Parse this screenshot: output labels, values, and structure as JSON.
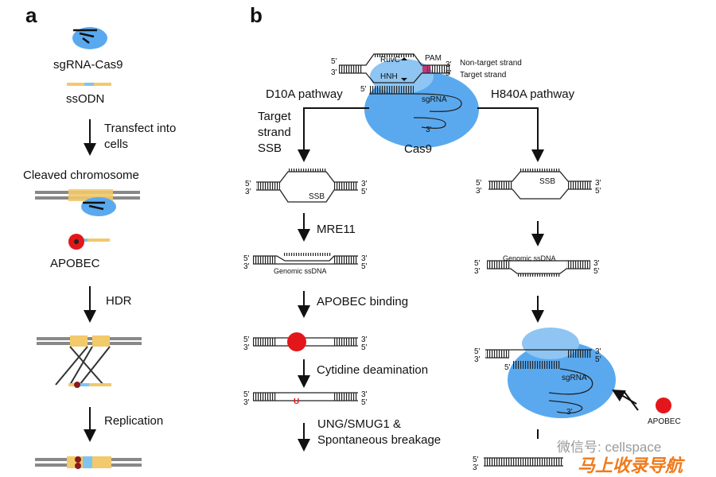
{
  "panel_a": {
    "label": "a",
    "sgrna_cas9": "sgRNA-Cas9",
    "ssodn": "ssODN",
    "transfect": "Transfect into cells",
    "cleaved": "Cleaved chromosome",
    "apobec": "APOBEC",
    "hdr": "HDR",
    "replication": "Replication"
  },
  "panel_b": {
    "label": "b",
    "top": {
      "ruvc": "RuvC",
      "hnh": "HNH",
      "pam": "PAM",
      "non_target": "Non-target strand",
      "target": "Target strand",
      "sgrna": "sgRNA",
      "cas9": "Cas9",
      "five": "5'",
      "three": "3'"
    },
    "left": {
      "pathway": "D10A pathway",
      "ssb_note": "Target strand SSB",
      "ssb": "SSB",
      "mre11": "MRE11",
      "genomic": "Genomic ssDNA",
      "apobec_binding": "APOBEC binding",
      "deamination": "Cytidine deamination",
      "u": "U",
      "ung": "UNG/SMUG1 & Spontaneous breakage"
    },
    "right": {
      "pathway": "H840A pathway",
      "ssb": "SSB",
      "genomic": "Genomic ssDNA",
      "sgrna": "sgRNA",
      "apobec": "APOBEC"
    }
  },
  "watermark": {
    "text": "微信号: cellspace",
    "logo": "马上收录导航"
  },
  "colors": {
    "cas9": "#5aa9ef",
    "cas9_dark": "#2f7fd0",
    "apobec": "#e3171b",
    "ssodn_yellow": "#f2c96b",
    "ssodn_blue": "#7fc4ef",
    "chromosome": "#777777",
    "pam": "#c2185b",
    "logo": "#f07a1b"
  }
}
